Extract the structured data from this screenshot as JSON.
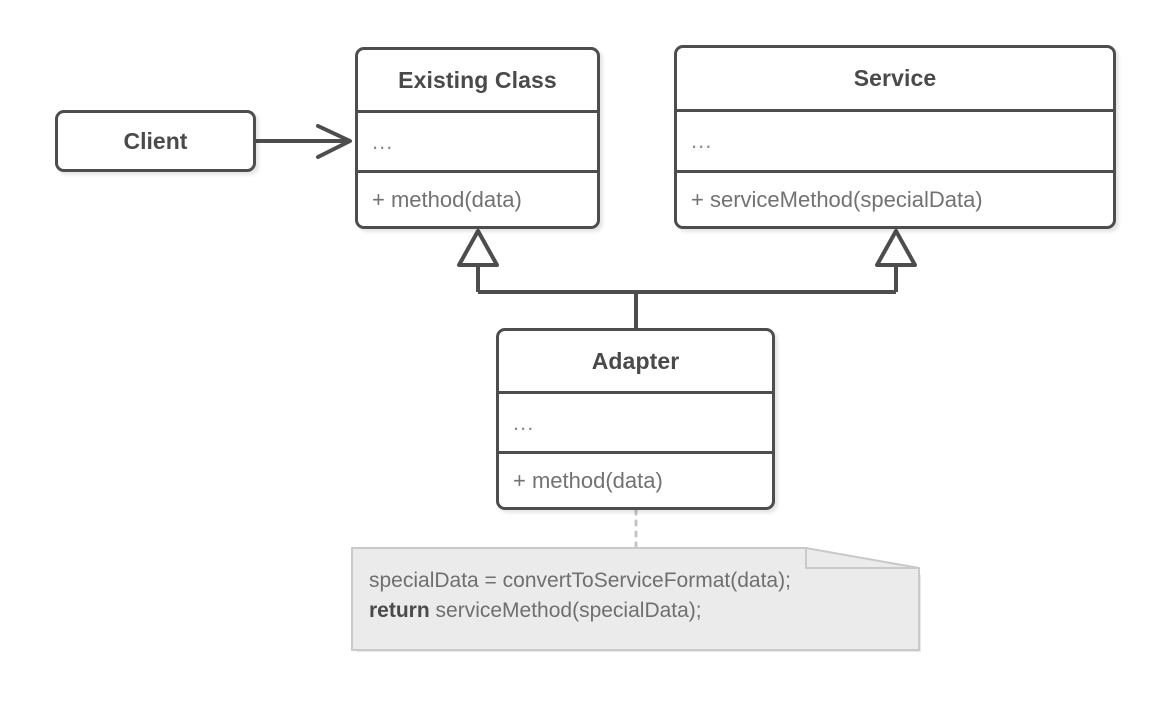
{
  "diagram": {
    "type": "uml-class-diagram",
    "pattern_name": "Adapter",
    "background_color": "#ffffff",
    "stroke_color": "#4d4d4d",
    "title_text_color": "#4a4a4a",
    "member_text_color": "#727272",
    "note_background_color": "#ebebeb",
    "note_border_color": "#c8c8c8"
  },
  "client": {
    "name": "Client"
  },
  "existing_class": {
    "name": "Existing Class",
    "attributes": "...",
    "method": "+ method(data)"
  },
  "service": {
    "name": "Service",
    "attributes": "...",
    "method": "+ serviceMethod(specialData)"
  },
  "adapter": {
    "name": "Adapter",
    "attributes": "...",
    "method": "+ method(data)"
  },
  "note": {
    "line1": "specialData = convertToServiceFormat(data);",
    "line2_bold": "return",
    "line2_rest": " serviceMethod(specialData);"
  },
  "relations": {
    "client_to_existing": "association",
    "adapter_to_existing": "generalization",
    "adapter_to_service": "generalization",
    "adapter_to_note": "note-link"
  }
}
